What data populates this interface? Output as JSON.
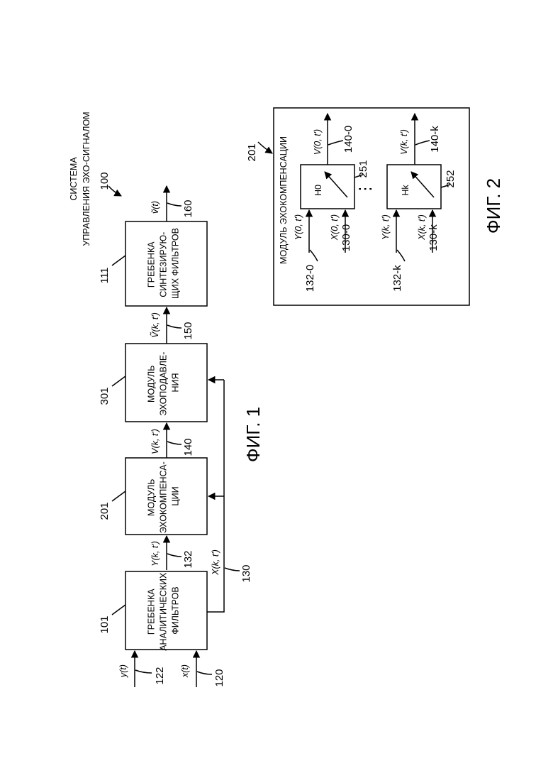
{
  "fig1": {
    "caption": "ФИГ. 1",
    "system_label_line1": "СИСТЕМА",
    "system_label_line2": "УПРАВЛЕНИЯ ЭХО-СИГНАЛОМ",
    "system_ref": "100",
    "blocks": {
      "analysis": {
        "ref": "101",
        "lines": [
          "ГРЕБЕНКА",
          "АНАЛИТИЧЕСКИХ",
          "ФИЛЬТРОВ"
        ]
      },
      "echo_comp": {
        "ref": "201",
        "lines": [
          "МОДУЛЬ",
          "ЭХОКОМПЕНСА-",
          "ЦИИ"
        ]
      },
      "echo_supp": {
        "ref": "301",
        "lines": [
          "МОДУЛЬ",
          "ЭХОПОДАВЛЕ-",
          "НИЯ"
        ]
      },
      "synthesis": {
        "ref": "111",
        "lines": [
          "ГРЕБЕНКА",
          "СИНТЕЗИРУЮ-",
          "ЩИХ ФИЛЬТРОВ"
        ]
      }
    },
    "signals": {
      "y_in": {
        "label": "y(t)",
        "ref": "122"
      },
      "x_in": {
        "label": "x(t)",
        "ref": "120"
      },
      "Y": {
        "label": "Y(k, t')",
        "ref": "132"
      },
      "X": {
        "label": "X(k, t')",
        "ref": "130"
      },
      "V": {
        "label": "V(k, t')",
        "ref": "140"
      },
      "Vt": {
        "label": "Ṽ(k, t')",
        "ref": "150"
      },
      "vt": {
        "label": "ṽ(t)",
        "ref": "160"
      }
    }
  },
  "fig2": {
    "caption": "ФИГ. 2",
    "module_ref": "201",
    "module_label": "МОДУЛЬ ЭХОКОМПЕНСАЦИИ",
    "dots": "⋮",
    "filters": [
      {
        "name": "H0",
        "ref": "251",
        "in_Y": "Y(0, t')",
        "in_Y_ref": "132-0",
        "in_X": "X(0, t')",
        "in_X_ref": "130-0",
        "out": "V(0, t')",
        "out_ref": "140-0"
      },
      {
        "name": "Hk",
        "ref": "252",
        "in_Y": "Y(k, t')",
        "in_Y_ref": "132-k",
        "in_X": "X(k, t')",
        "in_X_ref": "130-k",
        "out": "V(k, t')",
        "out_ref": "140-k"
      }
    ]
  }
}
